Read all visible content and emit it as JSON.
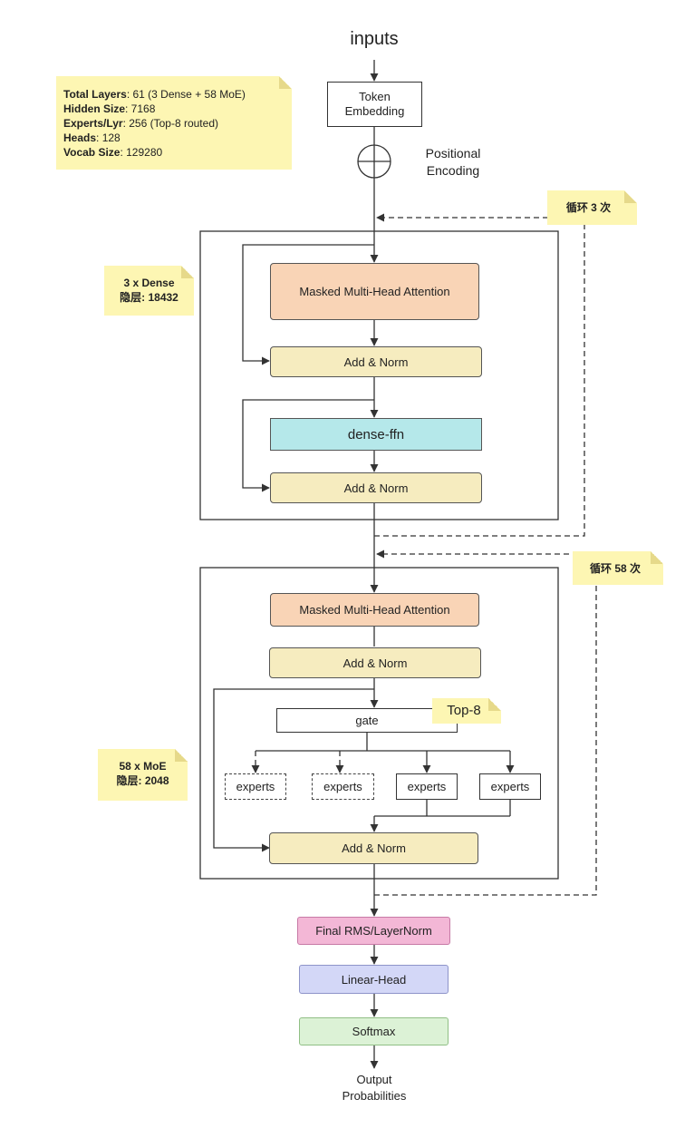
{
  "diagram": {
    "inputs_label": "inputs",
    "token_embedding": "Token Embedding",
    "positional_encoding": "Positional Encoding",
    "dense_block": {
      "attention": "Masked Multi-Head Attention",
      "add_norm_1": "Add & Norm",
      "ffn": "dense-ffn",
      "add_norm_2": "Add & Norm"
    },
    "moe_block": {
      "attention": "Masked Multi-Head Attention",
      "add_norm_1": "Add & Norm",
      "gate": "gate",
      "top_k": "Top-8",
      "experts": [
        "experts",
        "experts",
        "experts",
        "experts"
      ],
      "add_norm_2": "Add & Norm"
    },
    "final_norm": "Final RMS/LayerNorm",
    "linear_head": "Linear-Head",
    "softmax": "Softmax",
    "output_label": "Output Probabilities"
  },
  "notes": {
    "config": [
      {
        "key": "Total Layers",
        "value": ": 61 (3 Dense + 58 MoE)"
      },
      {
        "key": "Hidden Size",
        "value": ": 7168"
      },
      {
        "key": "Experts/Lyr",
        "value": ": 256 (Top-8 routed)"
      },
      {
        "key": "Heads",
        "value": ":  128"
      },
      {
        "key": "Vocab Size",
        "value": ": 129280"
      }
    ],
    "loop_dense": "循环 3 次",
    "loop_moe": "循环 58 次",
    "dense_info": {
      "line1": "3 x Dense",
      "line2": "隐层: 18432"
    },
    "moe_info": {
      "line1": "58 x MoE",
      "line2": "隐层: 2048"
    }
  },
  "colors": {
    "attention": "#f9d4b6",
    "add_norm": "#f6ecbf",
    "ffn": "#b5e8ea",
    "final_norm": "#f3b7d6",
    "linear_head": "#d3d7f7",
    "softmax": "#dcf2d6",
    "note": "#fdf6b3"
  }
}
